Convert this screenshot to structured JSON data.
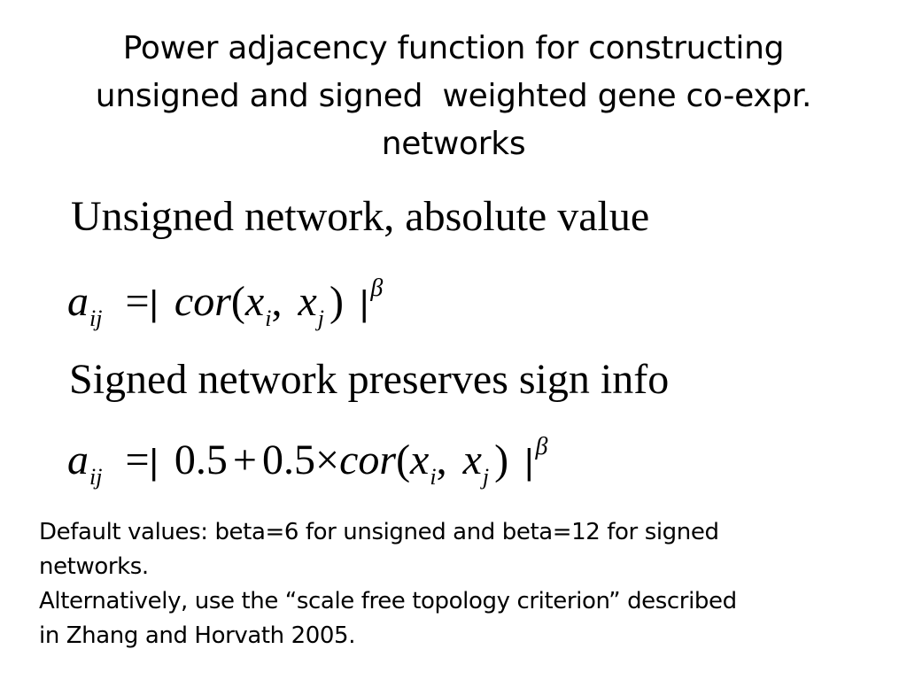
{
  "title": {
    "line1": "Power adjacency function for constructing",
    "line2": "unsigned and signed  weighted gene co-expr.",
    "line3": "networks"
  },
  "unsigned": {
    "heading": "Unsigned network, absolute value",
    "formula": {
      "lhs_var": "a",
      "lhs_sub": "ij",
      "eq": "=",
      "bar_open": "|",
      "func": "cor",
      "paren_open": "(",
      "arg1": "x",
      "arg1_sub": "i",
      "comma": ",",
      "arg2": "x",
      "arg2_sub": "j",
      "paren_close": ")",
      "bar_close": "|",
      "exponent": "β"
    }
  },
  "signed": {
    "heading": "Signed network preserves sign info",
    "formula": {
      "lhs_var": "a",
      "lhs_sub": "ij",
      "eq": "=",
      "bar_open": "|",
      "const1": "0.5",
      "plus": "+",
      "const2": "0.5",
      "times": "×",
      "func": "cor",
      "paren_open": "(",
      "arg1": "x",
      "arg1_sub": "i",
      "comma": ",",
      "arg2": "x",
      "arg2_sub": "j",
      "paren_close": ")",
      "bar_close": "|",
      "exponent": "β"
    }
  },
  "notes": {
    "line1": "Default values: beta=6 for unsigned and beta=12 for signed",
    "line2": "networks.",
    "line3": "Alternatively, use the “scale free topology criterion” described",
    "line4": "in Zhang and Horvath 2005."
  }
}
